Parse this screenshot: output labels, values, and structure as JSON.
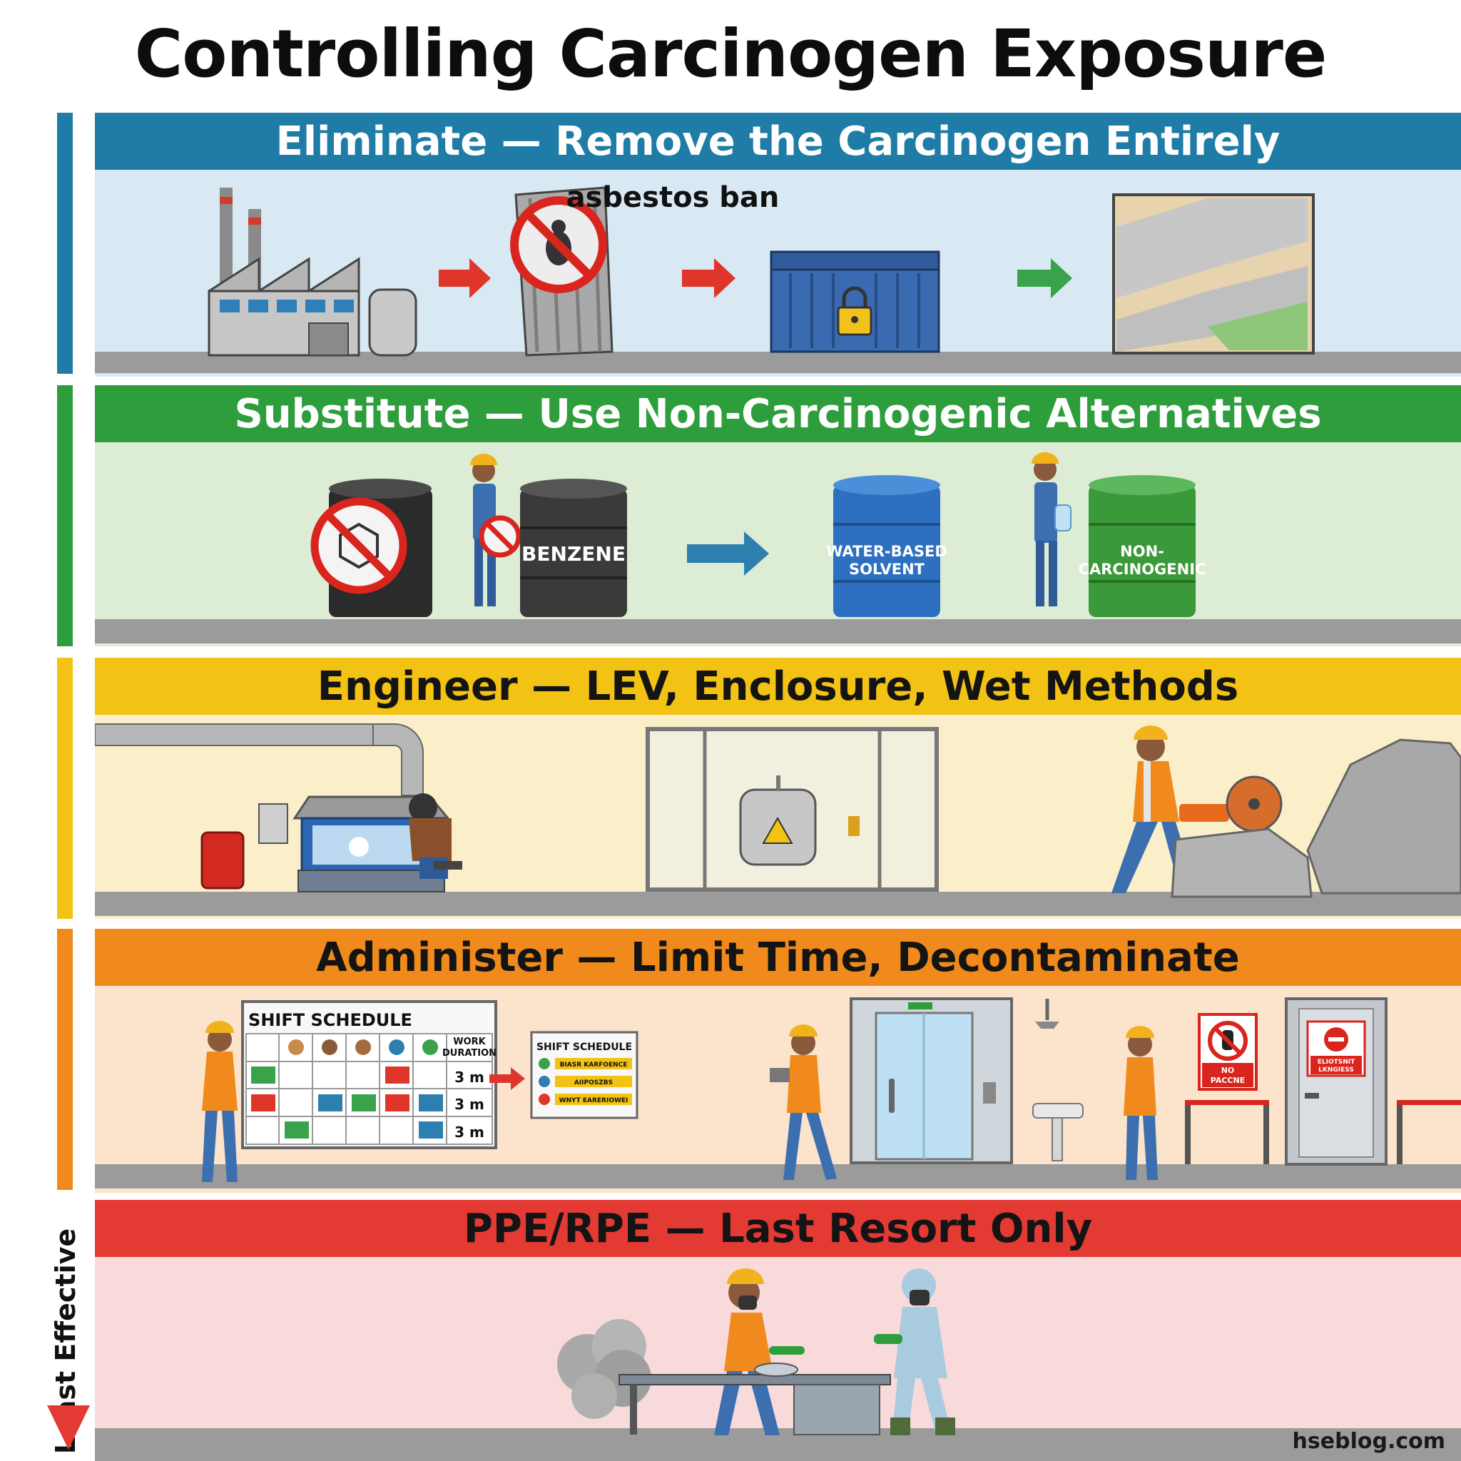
{
  "title": "Controlling Carcinogen Exposure",
  "side_label": "Least Effective",
  "footer": "hseblog.com",
  "colors": {
    "eliminate": "#1e7ca6",
    "substitute": "#2e9e3c",
    "engineer": "#f2c214",
    "administer": "#f08a1c",
    "ppe": "#e33a33"
  },
  "bands": [
    {
      "heading": "Eliminate — Remove the Carcinogen Entirely",
      "labels": {
        "ban": "asbestos ban"
      }
    },
    {
      "heading": "Substitute — Use Non-Carcinogenic Alternatives",
      "labels": {
        "benzene": "BENZENE",
        "water_1": "WATER-BASED",
        "water_2": "SOLVENT",
        "non_1": "NON-",
        "non_2": "CARCINOGENIC"
      }
    },
    {
      "heading": "Engineer — LEV, Enclosure, Wet Methods"
    },
    {
      "heading": "Administer — Limit Time, Decontaminate",
      "labels": {
        "schedule": "SHIFT SCHEDULE",
        "work": "WORK",
        "duration": "DURATION",
        "durations": [
          "3 m",
          "3 m",
          "3 m"
        ],
        "mini_schedule": "SHIFT SCHEDULE",
        "mini_rows": [
          "BIASR KARFOENCE",
          "AIIPOSZBS",
          "WNYT EARERIOWEI"
        ],
        "sign_1": "NO",
        "sign_2": "PACCNE",
        "door_1": "ELIOTSNIT",
        "door_2": "LKNGIESS"
      }
    },
    {
      "heading": "PPE/RPE — Last Resort Only"
    }
  ]
}
